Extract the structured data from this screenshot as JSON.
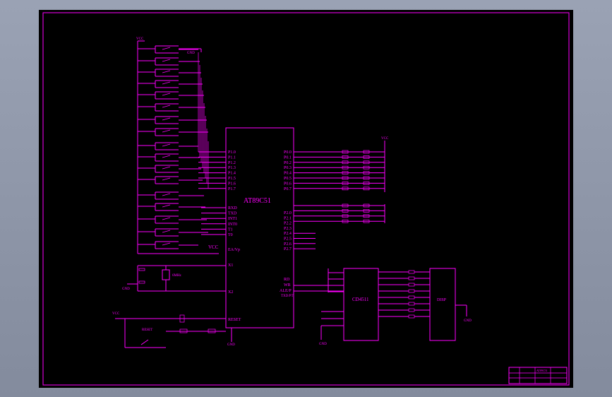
{
  "drawing": {
    "frame_color": "#ff00ff",
    "background": "#000000",
    "viewport_color": "#8f97a9"
  },
  "mcu": {
    "name": "AT89C51",
    "port1": [
      "P1.0",
      "P1.1",
      "P1.2",
      "P1.3",
      "P1.4",
      "P1.5",
      "P1.6",
      "P1.7"
    ],
    "port0": [
      "P0.0",
      "P0.1",
      "P0.2",
      "P0.3",
      "P0.4",
      "P0.5",
      "P0.6",
      "P0.7"
    ],
    "port3": [
      "RXD",
      "TXD",
      "INT1",
      "INT0",
      "T1",
      "T0"
    ],
    "port2": [
      "P2.0",
      "P2.1",
      "P2.2",
      "P2.3",
      "P2.4",
      "P2.5",
      "P2.6",
      "P2.7"
    ],
    "pins_left": [
      "EA/Vp",
      "X1",
      "X2",
      "RESET"
    ],
    "vcc_label": "VCC",
    "pins_right": [
      "RD",
      "WR",
      "ALE/P",
      "TXD/PT"
    ]
  },
  "decoder": {
    "name": "CD4511"
  },
  "display": {
    "name": "DISP"
  },
  "labels": {
    "vcc": "VCC",
    "gnd": "GND",
    "crystal": "6MHz",
    "reset_switch": "RESET",
    "title_block": "AT89C51"
  }
}
